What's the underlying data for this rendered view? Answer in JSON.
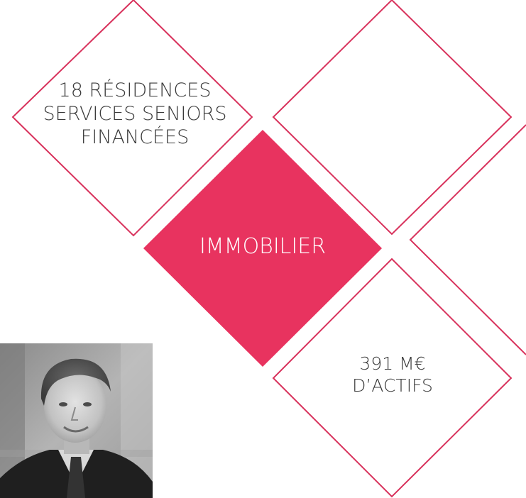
{
  "tiles": {
    "residences": {
      "line1": "18 RÉSIDENCES",
      "line2": "SERVICES SENIORS",
      "line3": "FINANCÉES"
    },
    "center": {
      "label": "IMMOBILIER"
    },
    "assets": {
      "line1": "391 M€",
      "line2": "D’ACTIFS"
    }
  },
  "colors": {
    "accent": "#e8335f",
    "outline": "#d8325c",
    "text": "#3a3a3a",
    "background": "#ffffff"
  },
  "portrait": {
    "style": "grayscale"
  }
}
